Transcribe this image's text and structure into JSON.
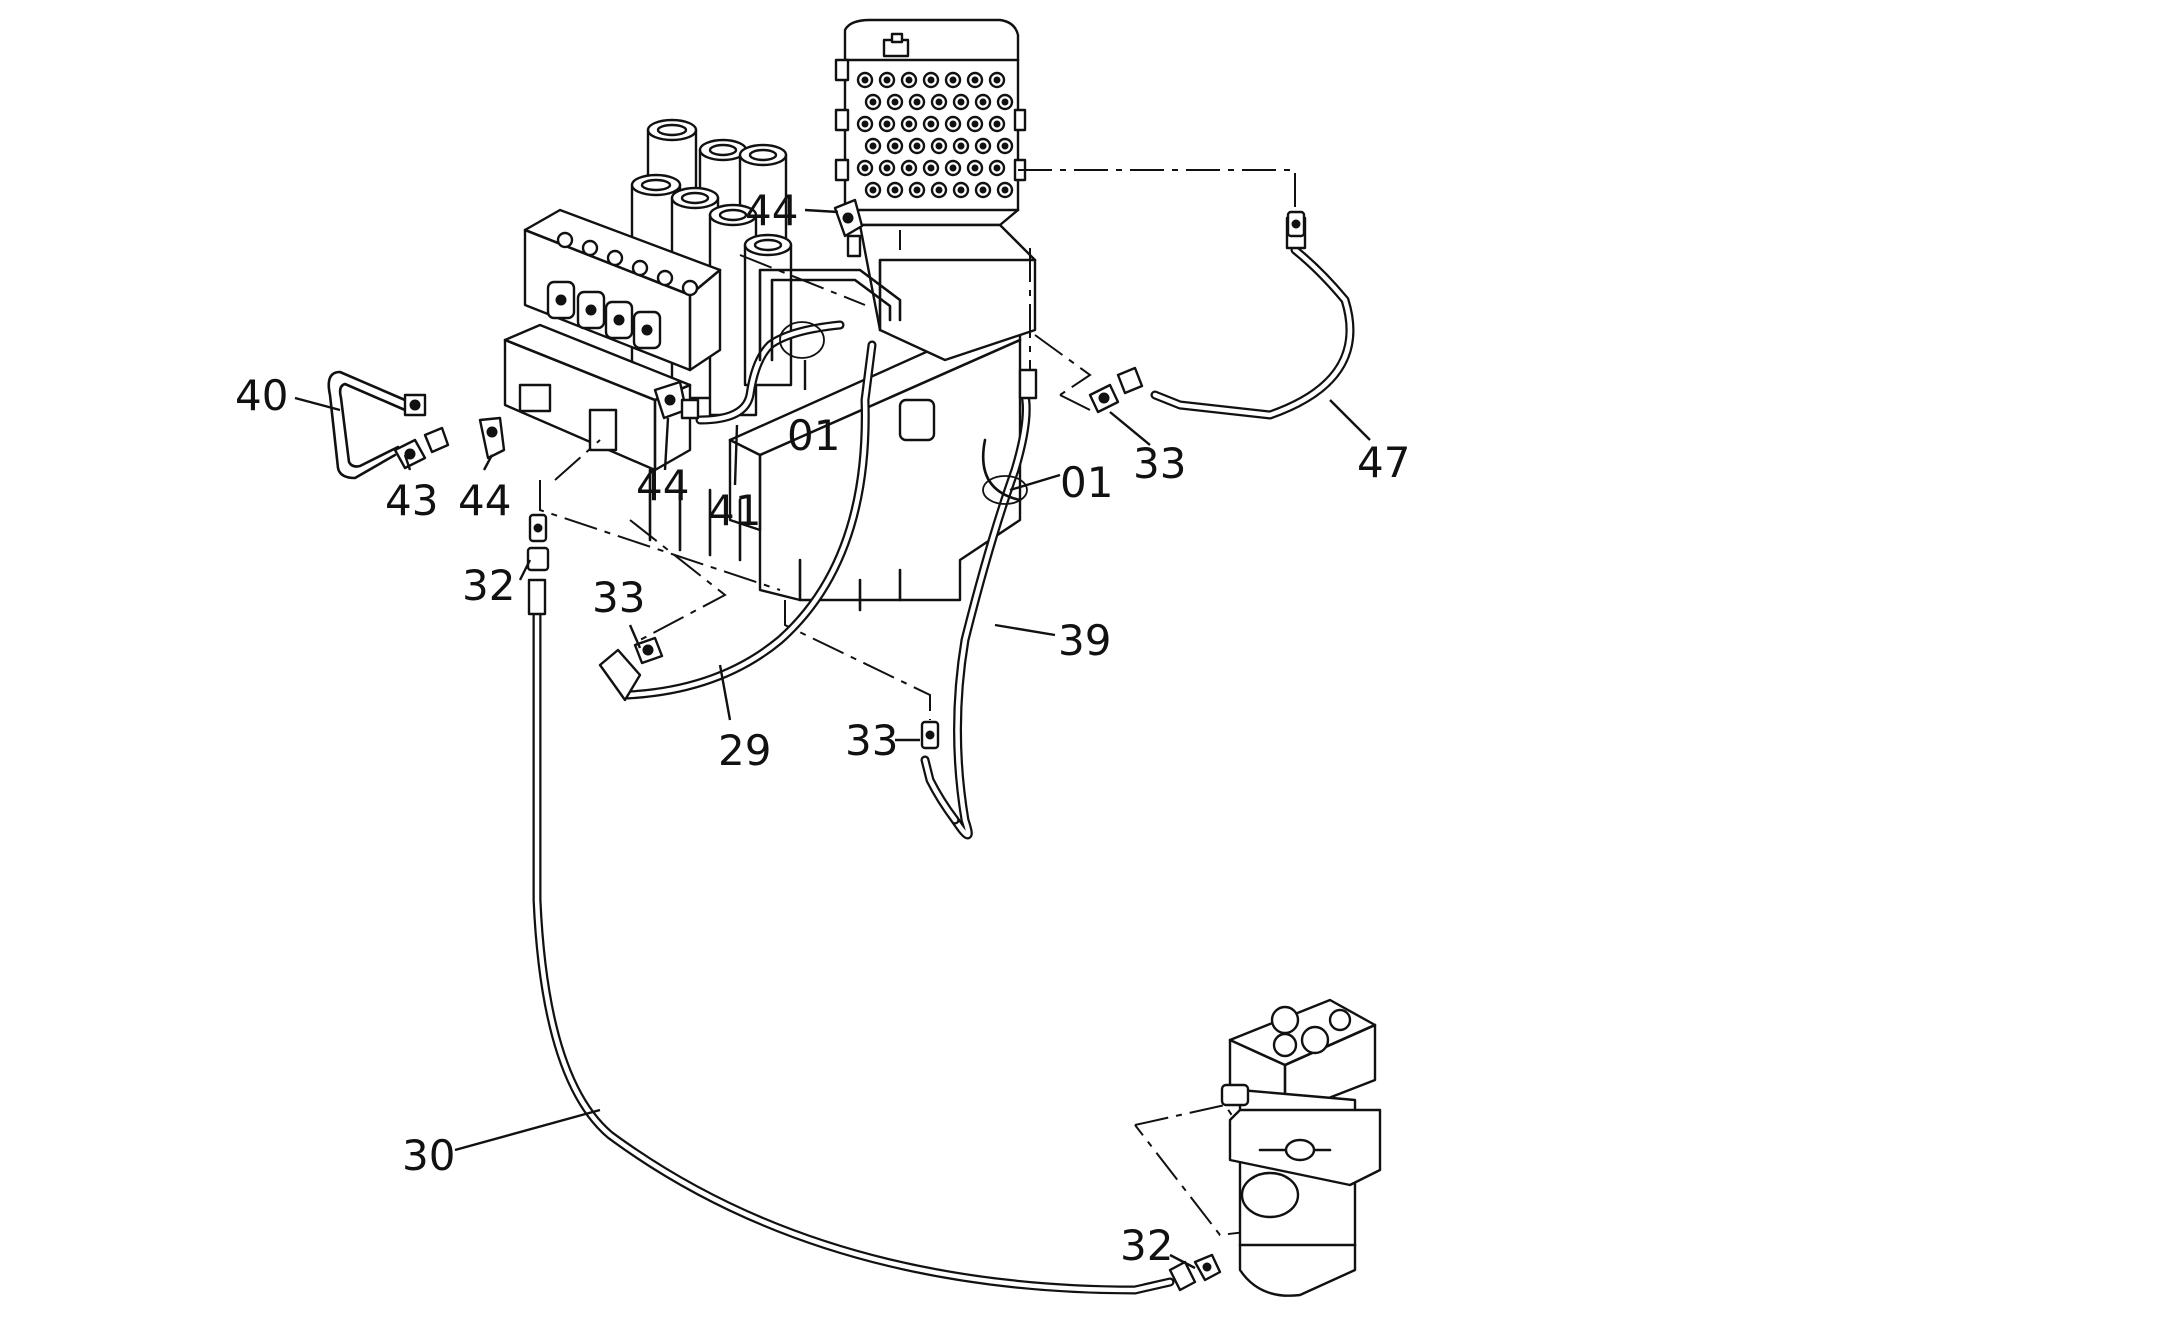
{
  "labels": {
    "p44_top": "44",
    "p40": "40",
    "p43": "43",
    "p44_left": "44",
    "p44_mid": "44",
    "p41": "41",
    "p01_left": "01",
    "p01_right": "01",
    "p33_right": "33",
    "p47": "47",
    "p32_top": "32",
    "p33_mid": "33",
    "p29": "29",
    "p39": "39",
    "p33_low": "33",
    "p30": "30",
    "p32_low": "32"
  }
}
